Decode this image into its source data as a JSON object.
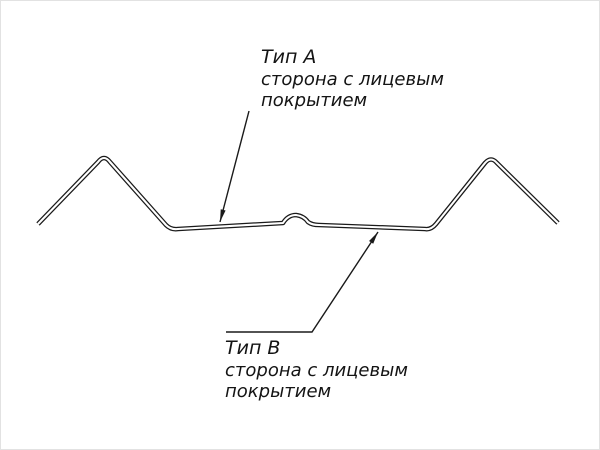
{
  "diagram": {
    "background": "#ffffff",
    "stroke_color": "#1a1a1a",
    "labels": {
      "type_a": {
        "title": "Тип А",
        "subtitle_line1": "сторона с лицевым",
        "subtitle_line2": "покрытием"
      },
      "type_b": {
        "title": "Тип В",
        "subtitle_line1": "сторона с лицевым",
        "subtitle_line2": "покрытием"
      }
    }
  }
}
